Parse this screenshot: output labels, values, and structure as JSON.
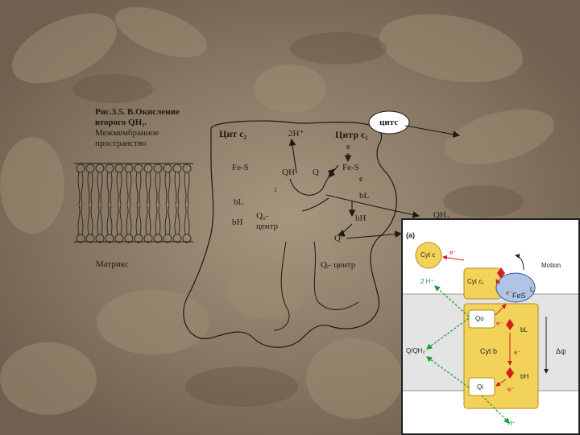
{
  "caption": {
    "title_line1": "Рис.3.5. В.Окисление",
    "title_line2": "второго QH₂.",
    "subtitle_line1": "Межмембранное",
    "subtitle_line2": "пространство"
  },
  "labels": {
    "cyt_c2": "Цит с₂",
    "h2": "2H⁺",
    "cyt_c1": "Цитр с₁",
    "cytc_bubble": "цитс",
    "e1": "e",
    "fes_left": "Fe-S",
    "qh": "QH",
    "q_dot": "Q",
    "sub1": "1",
    "fes_right": "Fe-S",
    "e2": "e",
    "bl_left": "bL",
    "bl_right": "bL",
    "bh_left": "bH",
    "bh_right": "bH",
    "qo_center": "Q₀- центр",
    "qh2": "QH₂",
    "q_minus": "Q⁻",
    "matrix": "Матрикс",
    "qi_center": "Qᵢ- центр"
  },
  "inset": {
    "panel": "(a)",
    "cyt_c": "Cyt c",
    "e_minus_1": "e⁻",
    "motion": "Motion",
    "h_plus_2": "2 H⁺",
    "cyt_c1": "Cyt c₁",
    "fes": "FeS",
    "e_minus_2": "e⁻",
    "l": "L",
    "qo": "Qo",
    "e_minus_3": "e⁻",
    "bl": "bL",
    "cyt_b": "Cyt b",
    "q_qh2": "Q/QH₂",
    "delta_psi": "Δψ",
    "e_minus_4": "e⁻",
    "bh": "bH",
    "qi": "Qi",
    "e_minus_5": "e⁻",
    "h_plus": "H⁺"
  },
  "colors": {
    "background": "#8a7a66",
    "cyt_box": "#f3d25a",
    "fes_oval": "#b0c4e6",
    "arrow_green": "#1a9a3a",
    "arrow_red": "#d02020"
  }
}
